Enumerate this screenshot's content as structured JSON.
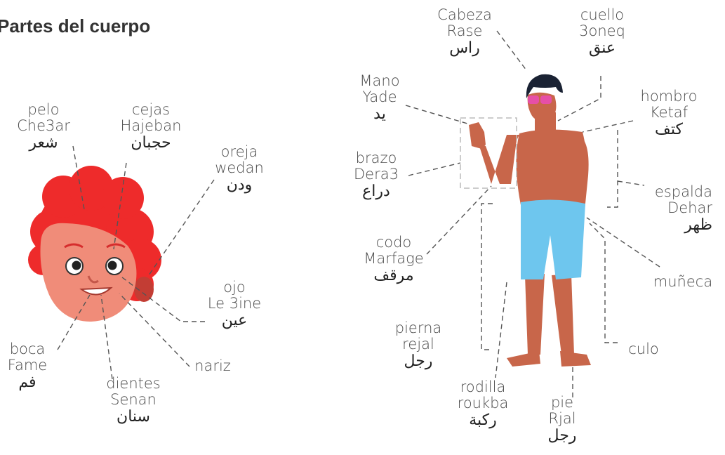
{
  "title": "Partes del cuerpo",
  "colors": {
    "hair": "#ee2b2b",
    "skin_face": "#f08c79",
    "skin_body": "#c8664a",
    "shorts": "#6ec6ee",
    "glasses": "#e64fa7",
    "body_hair": "#1a2233",
    "leader": "#555555"
  },
  "head_labels": {
    "pelo": {
      "es": "pelo",
      "tr": "Che3ar",
      "ar": "شعر"
    },
    "cejas": {
      "es": "cejas",
      "tr": "Hajeban",
      "ar": "حجبان"
    },
    "oreja": {
      "es": "oreja",
      "tr": "wedan",
      "ar": "ودن"
    },
    "ojo": {
      "es": "ojo",
      "tr": "Le 3ine",
      "ar": "عين"
    },
    "boca": {
      "es": "boca",
      "tr": "Fame",
      "ar": "فم"
    },
    "dientes": {
      "es": "dientes",
      "tr": "Senan",
      "ar": "سنان"
    },
    "nariz": {
      "es": "nariz"
    }
  },
  "body_labels": {
    "cabeza": {
      "es": "Cabeza",
      "tr": "Rase",
      "ar": "راس"
    },
    "cuello": {
      "es": "cuello",
      "tr": "3oneq",
      "ar": "عنق"
    },
    "mano": {
      "es": "Mano",
      "tr": "Yade",
      "ar": "يد"
    },
    "hombro": {
      "es": "hombro",
      "tr": "Ketaf",
      "ar": "كتف"
    },
    "brazo": {
      "es": "brazo",
      "tr": "Dera3",
      "ar": "دراع"
    },
    "espalda": {
      "es": "espalda",
      "tr": "Dehar",
      "ar": "ظهر"
    },
    "codo": {
      "es": "codo",
      "tr": "Marfage",
      "ar": "مرقف"
    },
    "muneca": {
      "es": "muñeca"
    },
    "pierna": {
      "es": "pierna",
      "tr": "rejal",
      "ar": "رجل"
    },
    "culo": {
      "es": "culo"
    },
    "rodilla": {
      "es": "rodilla",
      "tr": "roukba",
      "ar": "ركبة"
    },
    "pie": {
      "es": "pie",
      "tr": "Rjal",
      "ar": "رجل"
    }
  }
}
